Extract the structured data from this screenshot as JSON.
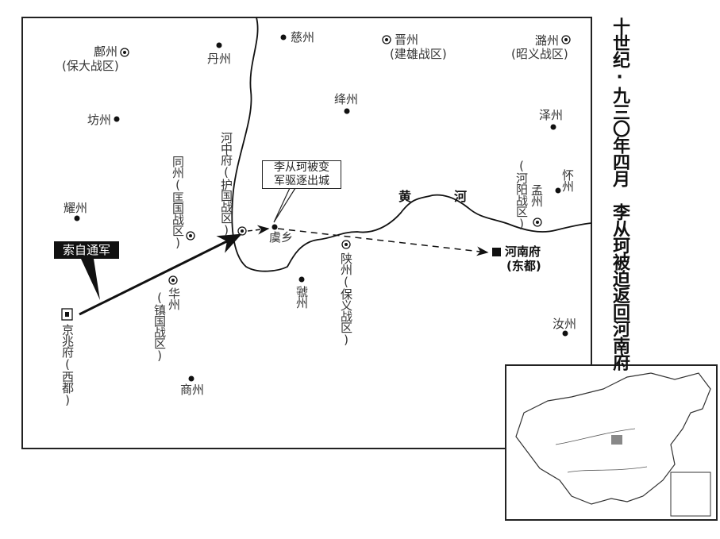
{
  "title": "十世纪·九三〇年四月　李从珂被迫返回河南府",
  "army_label": "索自通军",
  "callout": {
    "line1": "李从珂被变",
    "line2": "军驱逐出城"
  },
  "river": {
    "char1": "黄",
    "char2": "河"
  },
  "places": {
    "fuzhou": "鄜州",
    "fuzhou_district": "(保大战区)",
    "danzhou": "丹州",
    "cizhou": "慈州",
    "jinzhou": "晋州",
    "jinzhou_district": "(建雄战区)",
    "luzhou": "潞州",
    "luzhou_district": "(昭义战区)",
    "fangzhou": "坊州",
    "jiangzhou": "绛州",
    "zezhou": "泽州",
    "hezhongfu": "河中府(护国战区)",
    "tongzhou": "同州(匡国战区)",
    "yaozhou": "耀州",
    "yuxiang": "虞乡",
    "heyang_district": "(河阳战区)",
    "mengzhou": "孟州",
    "huaizhou": "怀州",
    "shanzhou": "陕州(保义战区)",
    "guozhou": "虢州",
    "huazhou": "华州",
    "huazhou_district": "(镇国战区)",
    "jingzhaofu": "京兆府(西都)",
    "shangzhou": "商州",
    "ruzhou": "汝州",
    "henanfu": "河南府",
    "henanfu_sub": "(东都)"
  }
}
